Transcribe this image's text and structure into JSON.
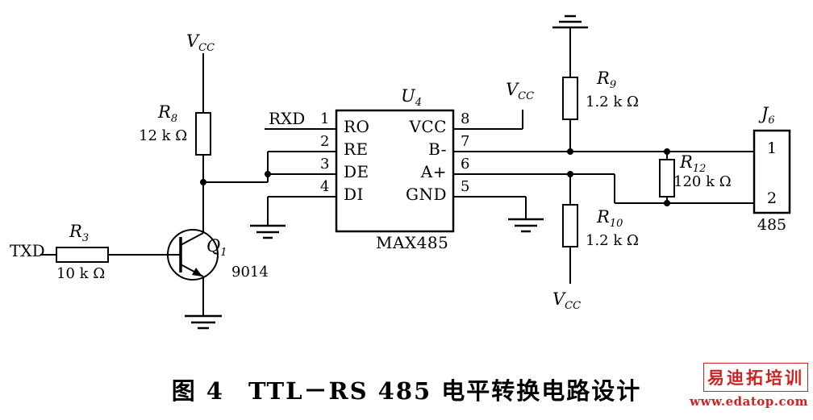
{
  "caption": {
    "figure": "图 4",
    "title": "TTL－RS 485 电平转换电路设计"
  },
  "watermark": {
    "brand": "易迪拓培训",
    "url": "www.edatop.com"
  },
  "signals": {
    "txd": "TXD",
    "rxd": "RXD"
  },
  "power": {
    "vcc": {
      "main": "V",
      "sub": "CC"
    }
  },
  "components": {
    "r3": {
      "ref": {
        "main": "R",
        "sub": "3"
      },
      "value": "10 k Ω"
    },
    "r8": {
      "ref": {
        "main": "R",
        "sub": "8"
      },
      "value": "12 k Ω"
    },
    "r9": {
      "ref": {
        "main": "R",
        "sub": "9"
      },
      "value": "1.2 k Ω"
    },
    "r10": {
      "ref": {
        "main": "R",
        "sub": "10"
      },
      "value": "1.2 k Ω"
    },
    "r12": {
      "ref": {
        "main": "R",
        "sub": "12"
      },
      "value": "120 k Ω"
    },
    "q1": {
      "ref": {
        "main": "Q",
        "sub": "1"
      },
      "part": "9014"
    },
    "u4": {
      "ref": {
        "main": "U",
        "sub": "4"
      },
      "part": "MAX485",
      "left_pins": [
        {
          "num": "1",
          "name": "RO"
        },
        {
          "num": "2",
          "name": "RE"
        },
        {
          "num": "3",
          "name": "DE"
        },
        {
          "num": "4",
          "name": "DI"
        }
      ],
      "right_pins": [
        {
          "num": "8",
          "name": "VCC"
        },
        {
          "num": "7",
          "name": "B-"
        },
        {
          "num": "6",
          "name": "A+"
        },
        {
          "num": "5",
          "name": "GND"
        }
      ]
    },
    "j6": {
      "ref": {
        "main": "J",
        "sub": "6"
      },
      "pin1": "1",
      "pin2": "2",
      "label": "485"
    }
  },
  "colors": {
    "wire": "#000000",
    "watermark": "#cc2222",
    "background": "#ffffff"
  }
}
